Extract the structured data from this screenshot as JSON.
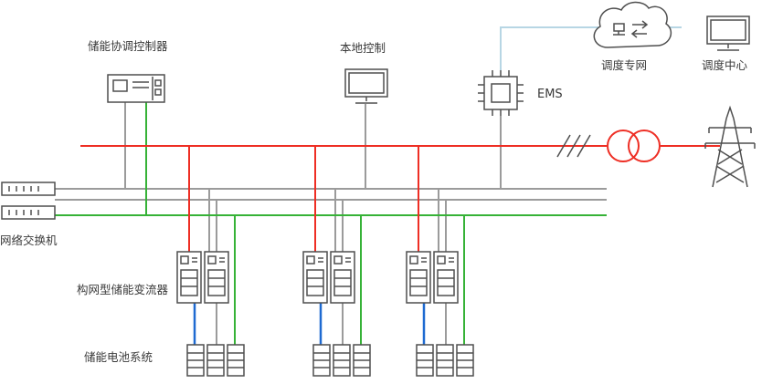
{
  "labels": {
    "coordinator": "储能协调控制器",
    "local_control": "本地控制",
    "ems": "EMS",
    "dispatch_network": "调度专网",
    "dispatch_center": "调度中心",
    "network_switch": "网络交换机",
    "converter": "构网型储能变流器",
    "battery": "储能电池系统"
  },
  "colors": {
    "power_red": "#ee2e24",
    "comm_gray": "#9b9b9b",
    "comm_green": "#36b237",
    "dc_blue": "#1e6ad1",
    "dispatch_link_blue": "#b7d6e4",
    "icon_stroke": "#4f4f4f",
    "text": "#3a3a3a"
  }
}
